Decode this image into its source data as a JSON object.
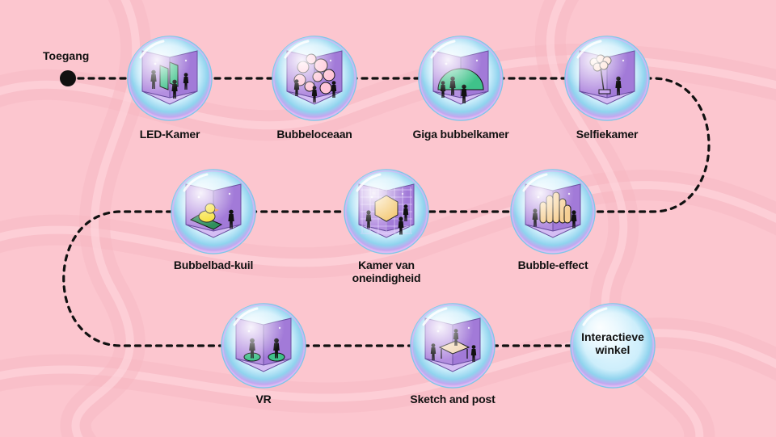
{
  "start": {
    "label": "Toegang"
  },
  "rooms": [
    {
      "id": "led-kamer",
      "label": "LED-Kamer",
      "scene": "led"
    },
    {
      "id": "bubbeloceaan",
      "label": "Bubbeloceaan",
      "scene": "balloons"
    },
    {
      "id": "giga-bubbelkamer",
      "label": "Giga bubbelkamer",
      "scene": "dome"
    },
    {
      "id": "selfiekamer",
      "label": "Selfiekamer",
      "scene": "selfie"
    },
    {
      "id": "bubble-effect",
      "label": "Bubble-effect",
      "scene": "pillars"
    },
    {
      "id": "kamer-van-oneindigheid",
      "label": "Kamer van oneindigheid",
      "scene": "grid"
    },
    {
      "id": "bubbelbad-kuil",
      "label": "Bubbelbad-kuil",
      "scene": "duck"
    },
    {
      "id": "vr",
      "label": "VR",
      "scene": "vr"
    },
    {
      "id": "sketch-and-post",
      "label": "Sketch and post",
      "scene": "table"
    },
    {
      "id": "interactieve-winkel",
      "label": "Interactieve winkel",
      "scene": "none"
    }
  ],
  "colors": {
    "background": "#fcc6cf",
    "bubble_rim": "#8fd3ee",
    "room_wall": "#b48fe0",
    "room_floor": "#d4bdf4",
    "path": "#111111"
  }
}
